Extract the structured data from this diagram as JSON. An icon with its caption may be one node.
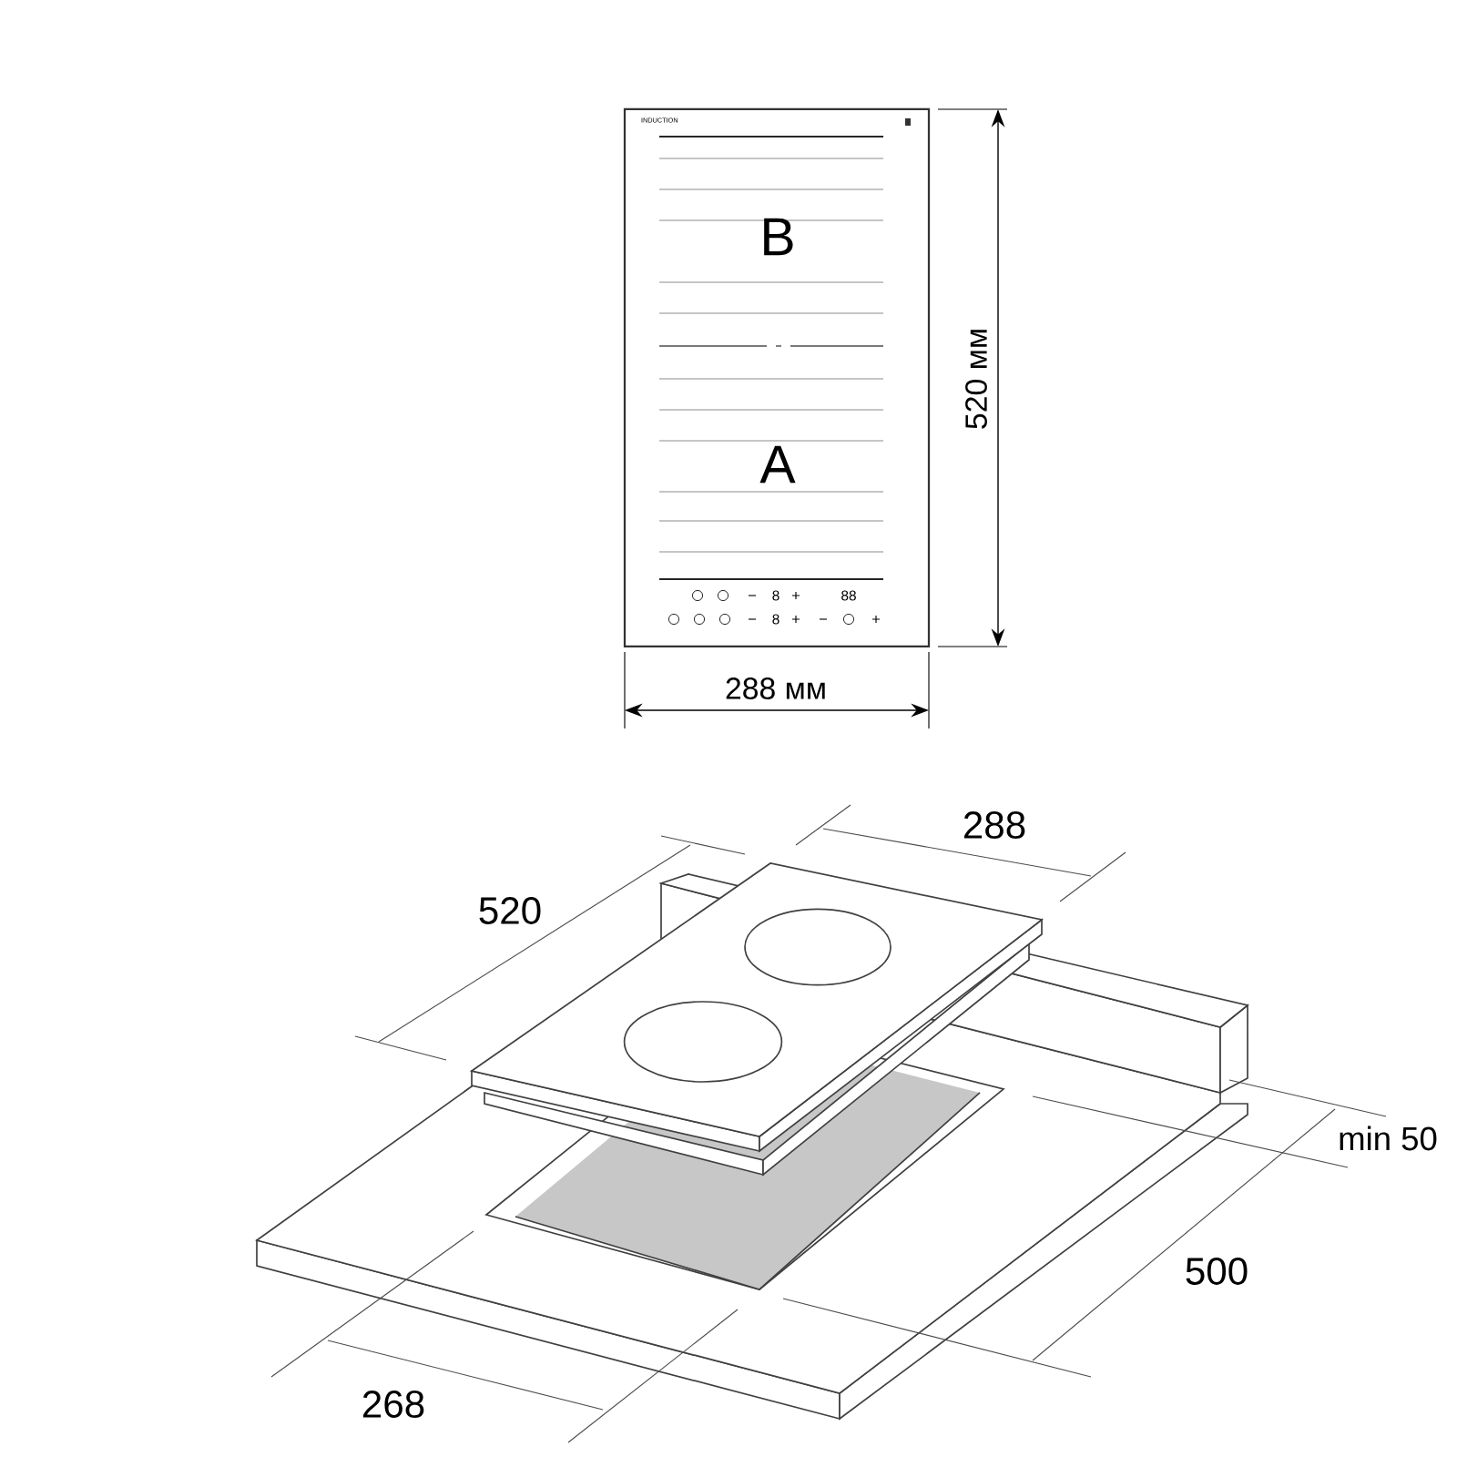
{
  "diagram": {
    "labels": [
      "INDUCTION",
      "B",
      "A",
      "8",
      "88",
      "8",
      "520 мм",
      "288 мм",
      "288",
      "520",
      "min 50",
      "500",
      "268"
    ]
  }
}
